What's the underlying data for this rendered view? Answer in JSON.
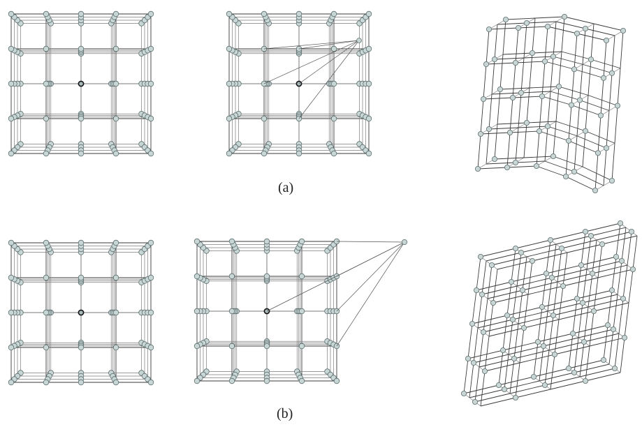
{
  "figure": {
    "rows": [
      {
        "caption": "(a)",
        "panels": [
          {
            "kind": "lattice",
            "view": "front",
            "grid": 5,
            "spokes": false
          },
          {
            "kind": "lattice",
            "view": "front",
            "grid": 5,
            "spokes": true,
            "outer_node": "inside-corner"
          },
          {
            "kind": "lattice",
            "view": "deformed",
            "grid": 5
          }
        ]
      },
      {
        "caption": "(b)",
        "panels": [
          {
            "kind": "lattice",
            "view": "front",
            "grid": 5,
            "spokes": false
          },
          {
            "kind": "lattice",
            "view": "front",
            "grid": 5,
            "spokes": true,
            "outer_node": "outside-right"
          },
          {
            "kind": "lattice",
            "view": "deformed-sheared",
            "grid": 5
          }
        ]
      }
    ],
    "colors": {
      "node_fill": "#c9d6d6",
      "node_stroke": "#5d6e6e",
      "edge": "#3a3a3a",
      "background": "#ffffff"
    }
  }
}
